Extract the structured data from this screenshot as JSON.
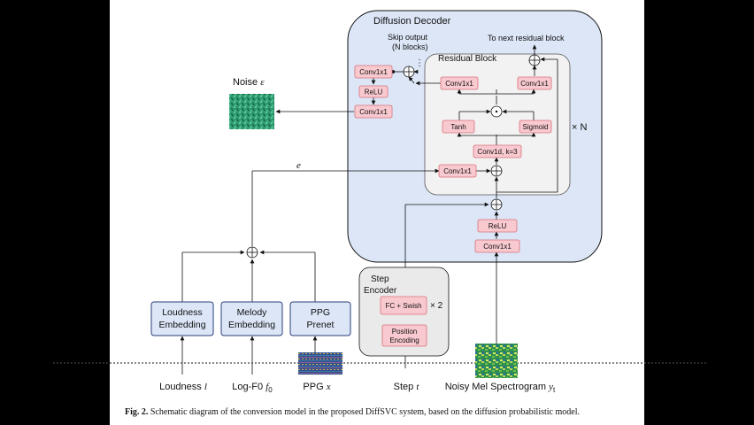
{
  "diagram": {
    "decoder_title": "Diffusion Decoder",
    "skip_output_line1": "Skip output",
    "skip_output_line2": "(N blocks)",
    "next_block": "To next residual block",
    "residual_title": "Residual Block",
    "noise_label": "Noise",
    "noise_symbol": "ε",
    "e_symbol": "e",
    "times_n": "× N",
    "times_2": "× 2",
    "dots": "⋮",
    "ops": {
      "add": "⊕",
      "mul": "⊙"
    },
    "blocks": {
      "conv_out1": "Conv1x1",
      "relu_out": "ReLU",
      "conv_out2": "Conv1x1",
      "res_conv_left": "Conv1x1",
      "res_conv_right": "Conv1x1",
      "tanh": "Tanh",
      "sigmoid": "Sigmoid",
      "conv1d": "Conv1d, k=3",
      "res_conv_cond": "Conv1x1",
      "relu_in": "ReLU",
      "conv_in": "Conv1x1"
    },
    "step_encoder_line1": "Step",
    "step_encoder_line2": "Encoder",
    "fc_swish": "FC + Swish",
    "pos_enc_line1": "Position",
    "pos_enc_line2": "Encoding",
    "loudness_emb_line1": "Loudness",
    "loudness_emb_line2": "Embedding",
    "melody_emb_line1": "Melody",
    "melody_emb_line2": "Embedding",
    "ppg_prenet_line1": "PPG",
    "ppg_prenet_line2": "Prenet",
    "inputs": {
      "loudness": "Loudness",
      "loudness_sym": "l",
      "logf0": "Log-F0",
      "logf0_sym": "f",
      "logf0_sub": "0",
      "ppg": "PPG",
      "ppg_sym": "x",
      "step": "Step",
      "step_sym": "t",
      "noisy_mel": "Noisy Mel Spectrogram",
      "noisy_mel_sym": "y",
      "noisy_mel_sub": "t"
    },
    "caption_label": "Fig. 2.",
    "caption_text": "Schematic diagram of the conversion model in the proposed DiffSVC system, based on the diffusion probabilistic model."
  },
  "colors": {
    "decoder_bg": "#dce6f7",
    "residual_bg": "#f2f2f2",
    "block_fill": "#f8c9cf",
    "block_stroke": "#d9707b",
    "embed_fill": "#dce6f7",
    "embed_stroke": "#2a3f7a",
    "noise_green": "#2e9a6e"
  }
}
